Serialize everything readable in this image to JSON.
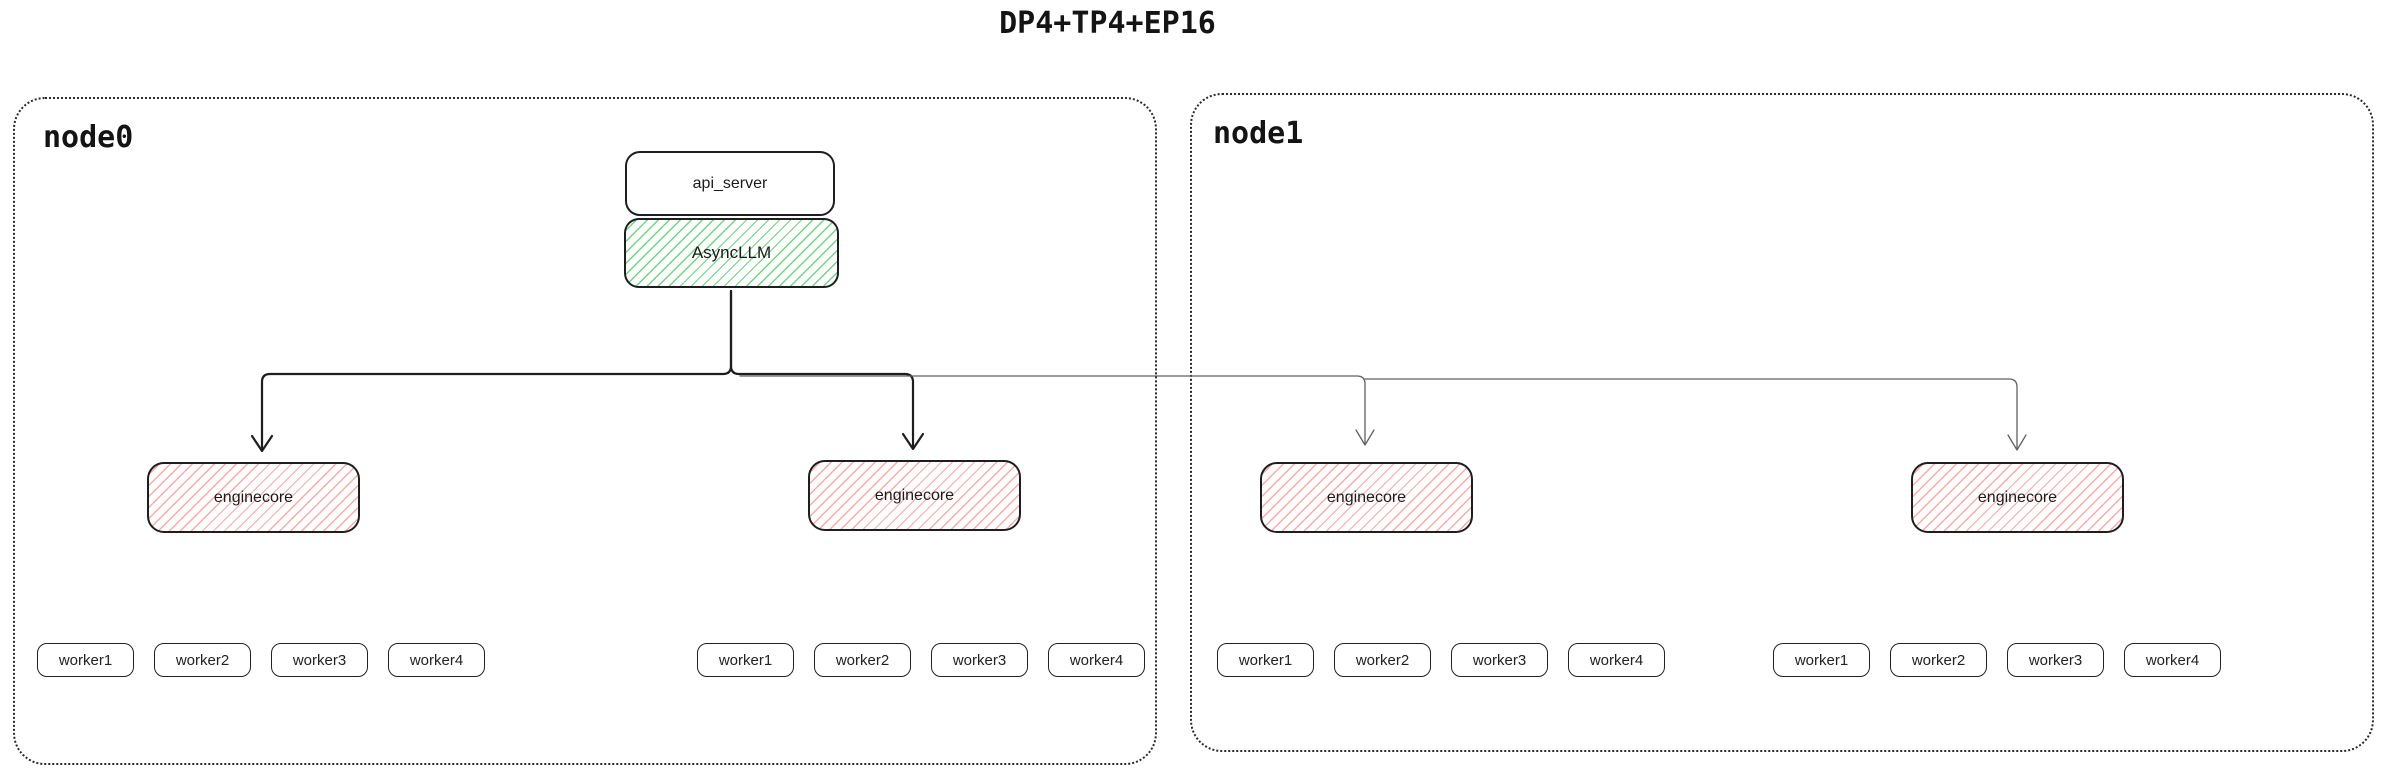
{
  "title": "DP4+TP4+EP16",
  "colors": {
    "stroke": "#1e1e1e",
    "green_hatch": "#69db7c",
    "red_hatch": "#ffa8a8",
    "thin_line": "#606060",
    "background": "#ffffff"
  },
  "node0": {
    "label": "node0"
  },
  "node1": {
    "label": "node1"
  },
  "api_server": {
    "label": "api_server"
  },
  "asyncllm": {
    "label": "AsyncLLM"
  },
  "enginecores": [
    {
      "label": "enginecore"
    },
    {
      "label": "enginecore"
    },
    {
      "label": "enginecore"
    },
    {
      "label": "enginecore"
    }
  ],
  "worker_groups": [
    [
      "worker1",
      "worker2",
      "worker3",
      "worker4"
    ],
    [
      "worker1",
      "worker2",
      "worker3",
      "worker4"
    ],
    [
      "worker1",
      "worker2",
      "worker3",
      "worker4"
    ],
    [
      "worker1",
      "worker2",
      "worker3",
      "worker4"
    ]
  ]
}
